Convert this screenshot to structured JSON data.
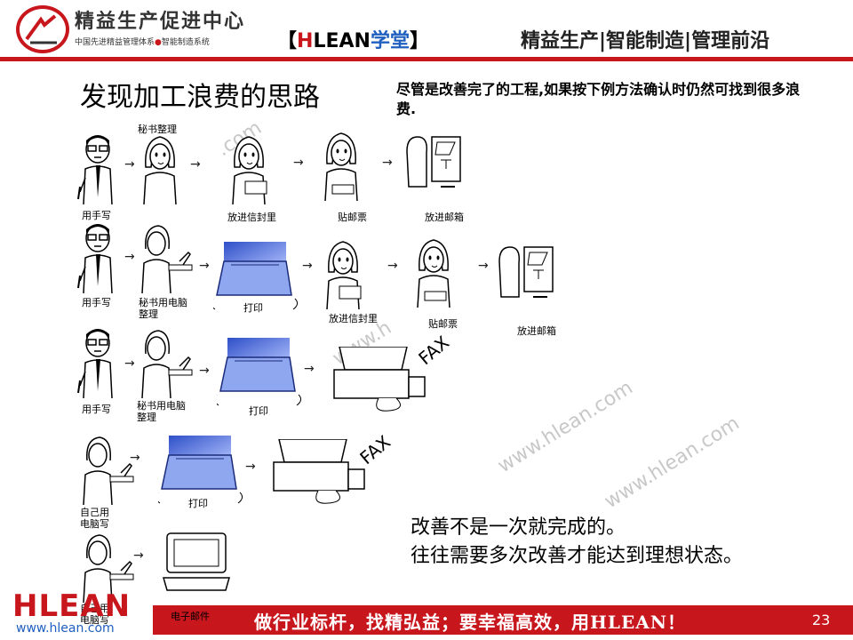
{
  "header": {
    "brand_main": "精益生产促进中心",
    "brand_sub_a": "中国先进精益管理体系",
    "brand_sub_dot": "●",
    "brand_sub_b": "智能制造系统",
    "tag_open": "【",
    "tag_h": "H",
    "tag_lean": "LEAN",
    "tag_xt": "学堂",
    "tag_close": "】",
    "right": "精益生产|智能制造|管理前沿"
  },
  "title": "发现加工浪费的思路",
  "intro": "尽管是改善完了的工程,如果按下例方法确认时仍然可找到很多浪费.",
  "labels": {
    "r1_secretary": "秘书整理",
    "r1_hand": "用手写",
    "r1_envelope": "放进信封里",
    "r1_stamp": "贴邮票",
    "r1_mailbox": "放进邮箱",
    "r2_hand": "用手写",
    "r2_pc_a": "秘书用电脑",
    "r2_pc_b": "整理",
    "r2_print": "打印",
    "r2_envelope": "放进信封里",
    "r2_stamp": "贴邮票",
    "r2_mailbox": "放进邮箱",
    "r3_hand": "用手写",
    "r3_pc_a": "秘书用电脑",
    "r3_pc_b": "整理",
    "r3_print": "打印",
    "r4_self_a": "自己用",
    "r4_self_b": "电脑写",
    "r4_print": "打印",
    "r5_self_a": "自己用",
    "r5_self_b": "电脑写",
    "r5_email": "电子邮件",
    "fax": "FAX"
  },
  "conclusion": {
    "line1": "改善不是一次就完成的。",
    "line2": "往往需要多次改善才能达到理想状态。"
  },
  "watermark": "www.hlean.com",
  "watermark_short_a": ".com",
  "watermark_short_b": "www.h",
  "footer": {
    "logo": "HLEAN",
    "url": "www.hlean.com",
    "slogan": "做行业标杆，找精弘益；要幸福高效，用HLEAN！",
    "page": "23"
  },
  "colors": {
    "brand_red": "#c8161d",
    "brand_blue": "#1f5fbf",
    "printer_blue": "#4d6fd8"
  }
}
